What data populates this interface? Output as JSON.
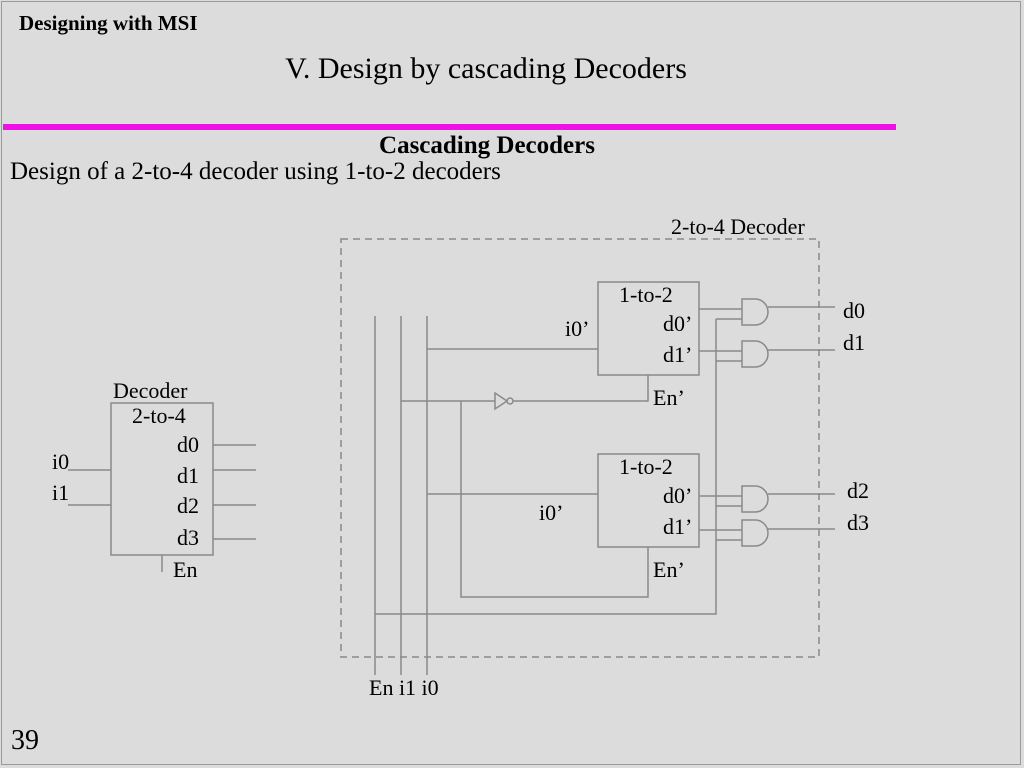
{
  "header": {
    "title": "Designing with MSI"
  },
  "slide": {
    "title": "V. Design by cascading Decoders",
    "section_heading": "Cascading  Decoders",
    "description": "Design of a 2-to-4 decoder using 1-to-2 decoders",
    "page_number": "39"
  },
  "colors": {
    "accent_rule": "#ee10e6",
    "background": "#dcdcdc",
    "wire": "#8a8a8a"
  },
  "block_symbol": {
    "top_label": "Decoder",
    "type_label": "2-to-4",
    "inputs": [
      "i0",
      "i1"
    ],
    "outputs": [
      "d0",
      "d1",
      "d2",
      "d3"
    ],
    "enable": "En"
  },
  "cascade": {
    "enclosure_label": "2-to-4 Decoder",
    "bottom_inputs": "En i1 i0",
    "upper_decoder": {
      "type": "1-to-2",
      "input": "i0’",
      "outputs": [
        "d0’",
        "d1’"
      ],
      "enable": "En’"
    },
    "lower_decoder": {
      "type": "1-to-2",
      "input": "i0’",
      "outputs": [
        "d0’",
        "d1’"
      ],
      "enable": "En’"
    },
    "outputs": [
      "d0",
      "d1",
      "d2",
      "d3"
    ]
  }
}
